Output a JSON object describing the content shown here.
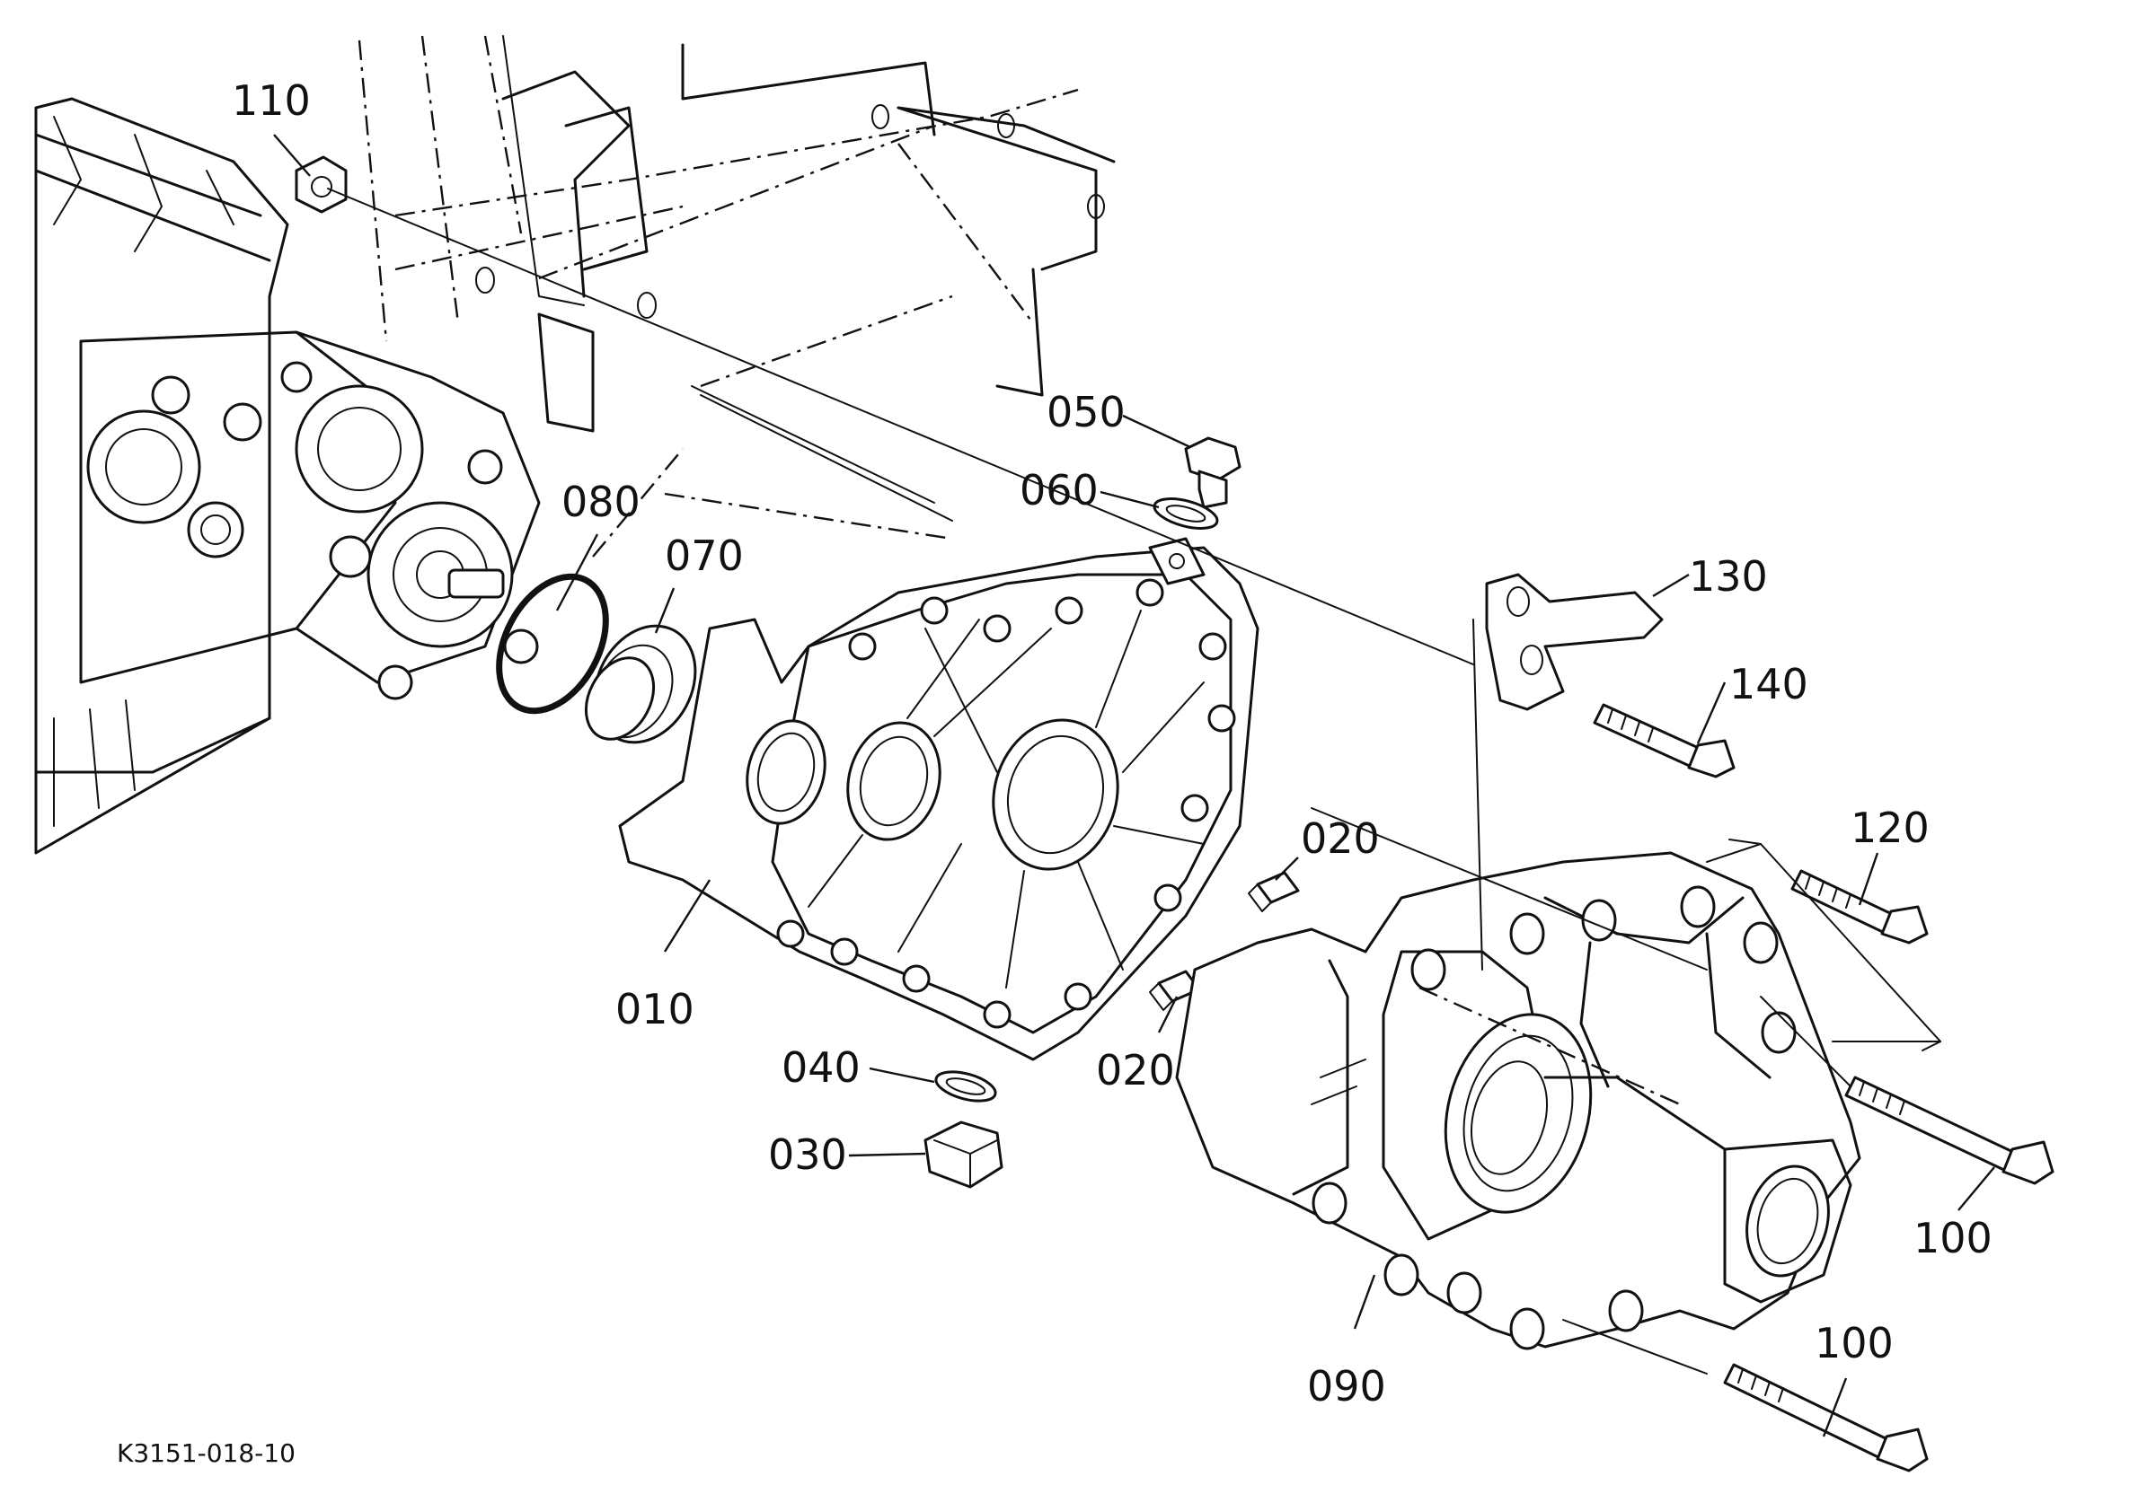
{
  "diagram": {
    "reference_code": "K3151-018-10",
    "parts": [
      {
        "label": "110"
      },
      {
        "label": "080"
      },
      {
        "label": "070"
      },
      {
        "label": "050"
      },
      {
        "label": "060"
      },
      {
        "label": "130"
      },
      {
        "label": "140"
      },
      {
        "label": "120"
      },
      {
        "label": "020"
      },
      {
        "label": "020"
      },
      {
        "label": "010"
      },
      {
        "label": "040"
      },
      {
        "label": "030"
      },
      {
        "label": "100"
      },
      {
        "label": "100"
      },
      {
        "label": "090"
      }
    ]
  }
}
